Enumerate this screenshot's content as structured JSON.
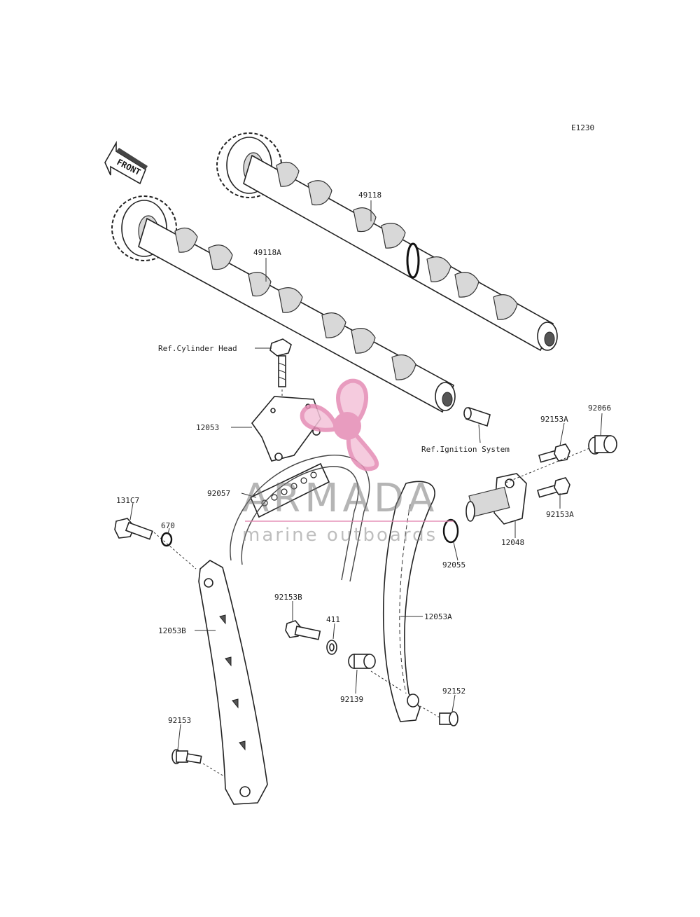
{
  "diagram": {
    "code": "E1230",
    "front_tag": "FRONT",
    "callouts": {
      "p49118": "49118",
      "p49118A": "49118A",
      "ref_cylinder_head": "Ref.Cylinder Head",
      "p12053": "12053",
      "ref_ignition_system": "Ref.Ignition System",
      "p92153A_top": "92153A",
      "p92066": "92066",
      "p92057": "92057",
      "p13107": "131C7",
      "p670": "670",
      "p92153A_bottom": "92153A",
      "p12048": "12048",
      "p92055": "92055",
      "p92153B": "92153B",
      "p411": "411",
      "p12053A": "12053A",
      "p12053B": "12053B",
      "p92139": "92139",
      "p92152": "92152",
      "p92153": "92153"
    }
  },
  "watermark": {
    "brand": "ARMADA",
    "tagline": "marine outboards",
    "logo_colors": [
      "#e58bb4",
      "#f4c3d9"
    ]
  }
}
